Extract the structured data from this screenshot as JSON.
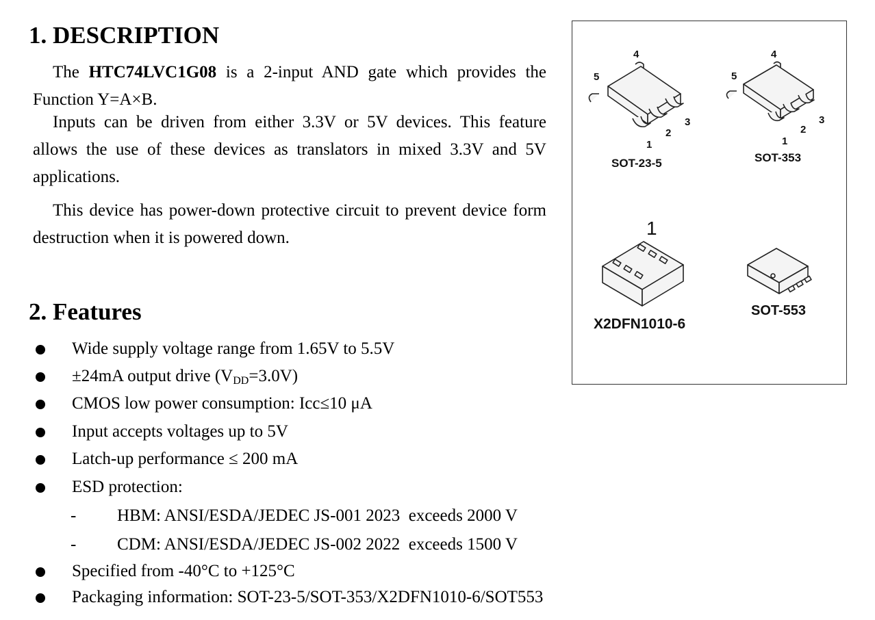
{
  "description": {
    "heading": "1. DESCRIPTION",
    "p1_pre": "The ",
    "p1_part": "HTC74LVC1G08",
    "p1_post": " is a 2-input AND gate which provides the Function Y=A×B.",
    "p2": "Inputs can be driven from either 3.3V or 5V devices. This feature allows the use of these devices as translators in mixed 3.3V and 5V applications.",
    "p3": "This device has power-down protective circuit to prevent device form destruction when it is powered down."
  },
  "features": {
    "heading": "2. Features",
    "items": [
      "Wide supply voltage range from 1.65V to 5.5V",
      "CMOS low power consumption: Icc≤10 μA",
      "Input accepts voltages up to 5V",
      "Latch-up performance ≤ 200 mA",
      "ESD protection:",
      "Specified from -40°C to +125°C",
      "Packaging information: SOT-23-5/SOT-353/X2DFN1010-6/SOT553"
    ],
    "drive": {
      "pre": "±24mA output drive (V",
      "sub": "DD",
      "post": "=3.0V)"
    },
    "esd_sub": [
      "HBM: ANSI/ESDA/JEDEC JS-001 2023  exceeds 2000 V",
      "CDM: ANSI/ESDA/JEDEC JS-002 2022  exceeds 1500 V"
    ],
    "dash": "-"
  },
  "packages": {
    "sot235": {
      "name": "SOT-23-5",
      "pins": [
        "1",
        "2",
        "3",
        "4",
        "5"
      ]
    },
    "sot353": {
      "name": "SOT-353",
      "pins": [
        "1",
        "2",
        "3",
        "4",
        "5"
      ]
    },
    "x2dfn": {
      "name": "X2DFN1010-6",
      "pin1": "1"
    },
    "sot553": {
      "name": "SOT-553"
    }
  }
}
